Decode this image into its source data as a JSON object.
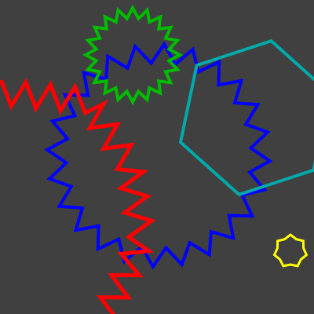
{
  "scene": {
    "background_color": "#404040",
    "shapes": [
      {
        "name": "blue-zigzag-ring",
        "kind": "zigzag-ring",
        "color": "#0000ff"
      },
      {
        "name": "green-zigzag-ring",
        "kind": "zigzag-ring",
        "color": "#00bb00"
      },
      {
        "name": "cyan-hexagon",
        "kind": "hexagon",
        "color": "#00aaaa"
      },
      {
        "name": "red-zigzag-line",
        "kind": "zigzag-line",
        "color": "#ff0000"
      },
      {
        "name": "yellow-star",
        "kind": "star",
        "color": "#ffff00"
      }
    ]
  }
}
